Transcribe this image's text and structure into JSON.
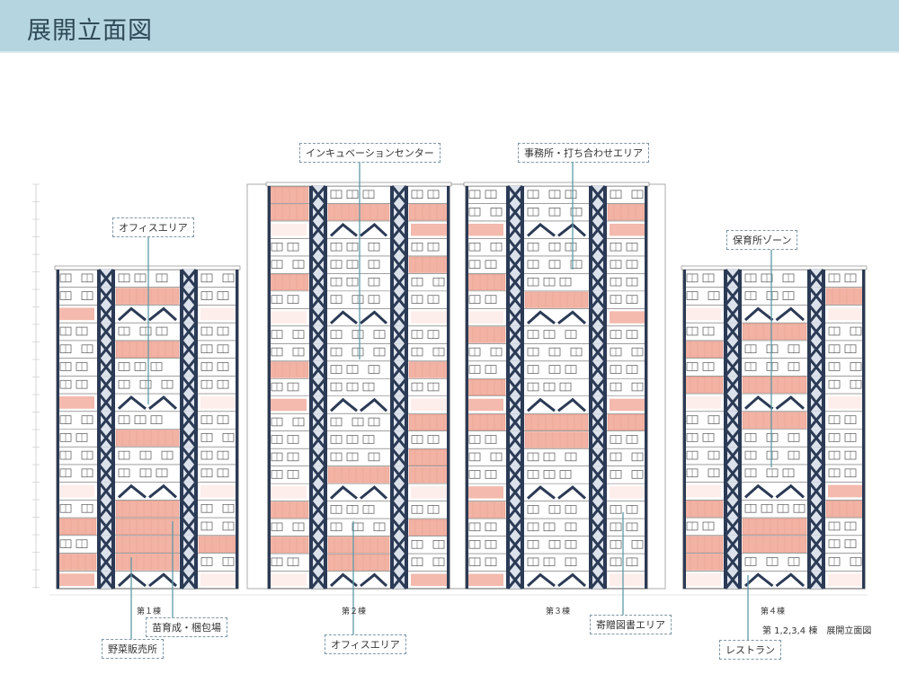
{
  "header": {
    "title": "展開立面図"
  },
  "buildings": [
    {
      "name": "第１棟",
      "floors": 18
    },
    {
      "name": "第２棟",
      "floors": 23
    },
    {
      "name": "第３棟",
      "floors": 23
    },
    {
      "name": "第４棟",
      "floors": 18
    }
  ],
  "callouts": {
    "office_1": "オフィスエリア",
    "incubation": "インキュベーションセンター",
    "meeting": "事務所・打ち合わせエリア",
    "nursery": "保育所ゾーン",
    "vegetable_shop": "野菜販売所",
    "seedling": "苗育成・梱包場",
    "office_2": "オフィスエリア",
    "library": "寄贈図書エリア",
    "restaurant": "レストラン"
  },
  "caption": "第 1,2,3,4 棟　展開立面図",
  "colors": {
    "header": "#b5d5e0",
    "brace": "#2b3a55",
    "highlight": "#f2b3a4",
    "callout_line": "#5e9aa8"
  }
}
